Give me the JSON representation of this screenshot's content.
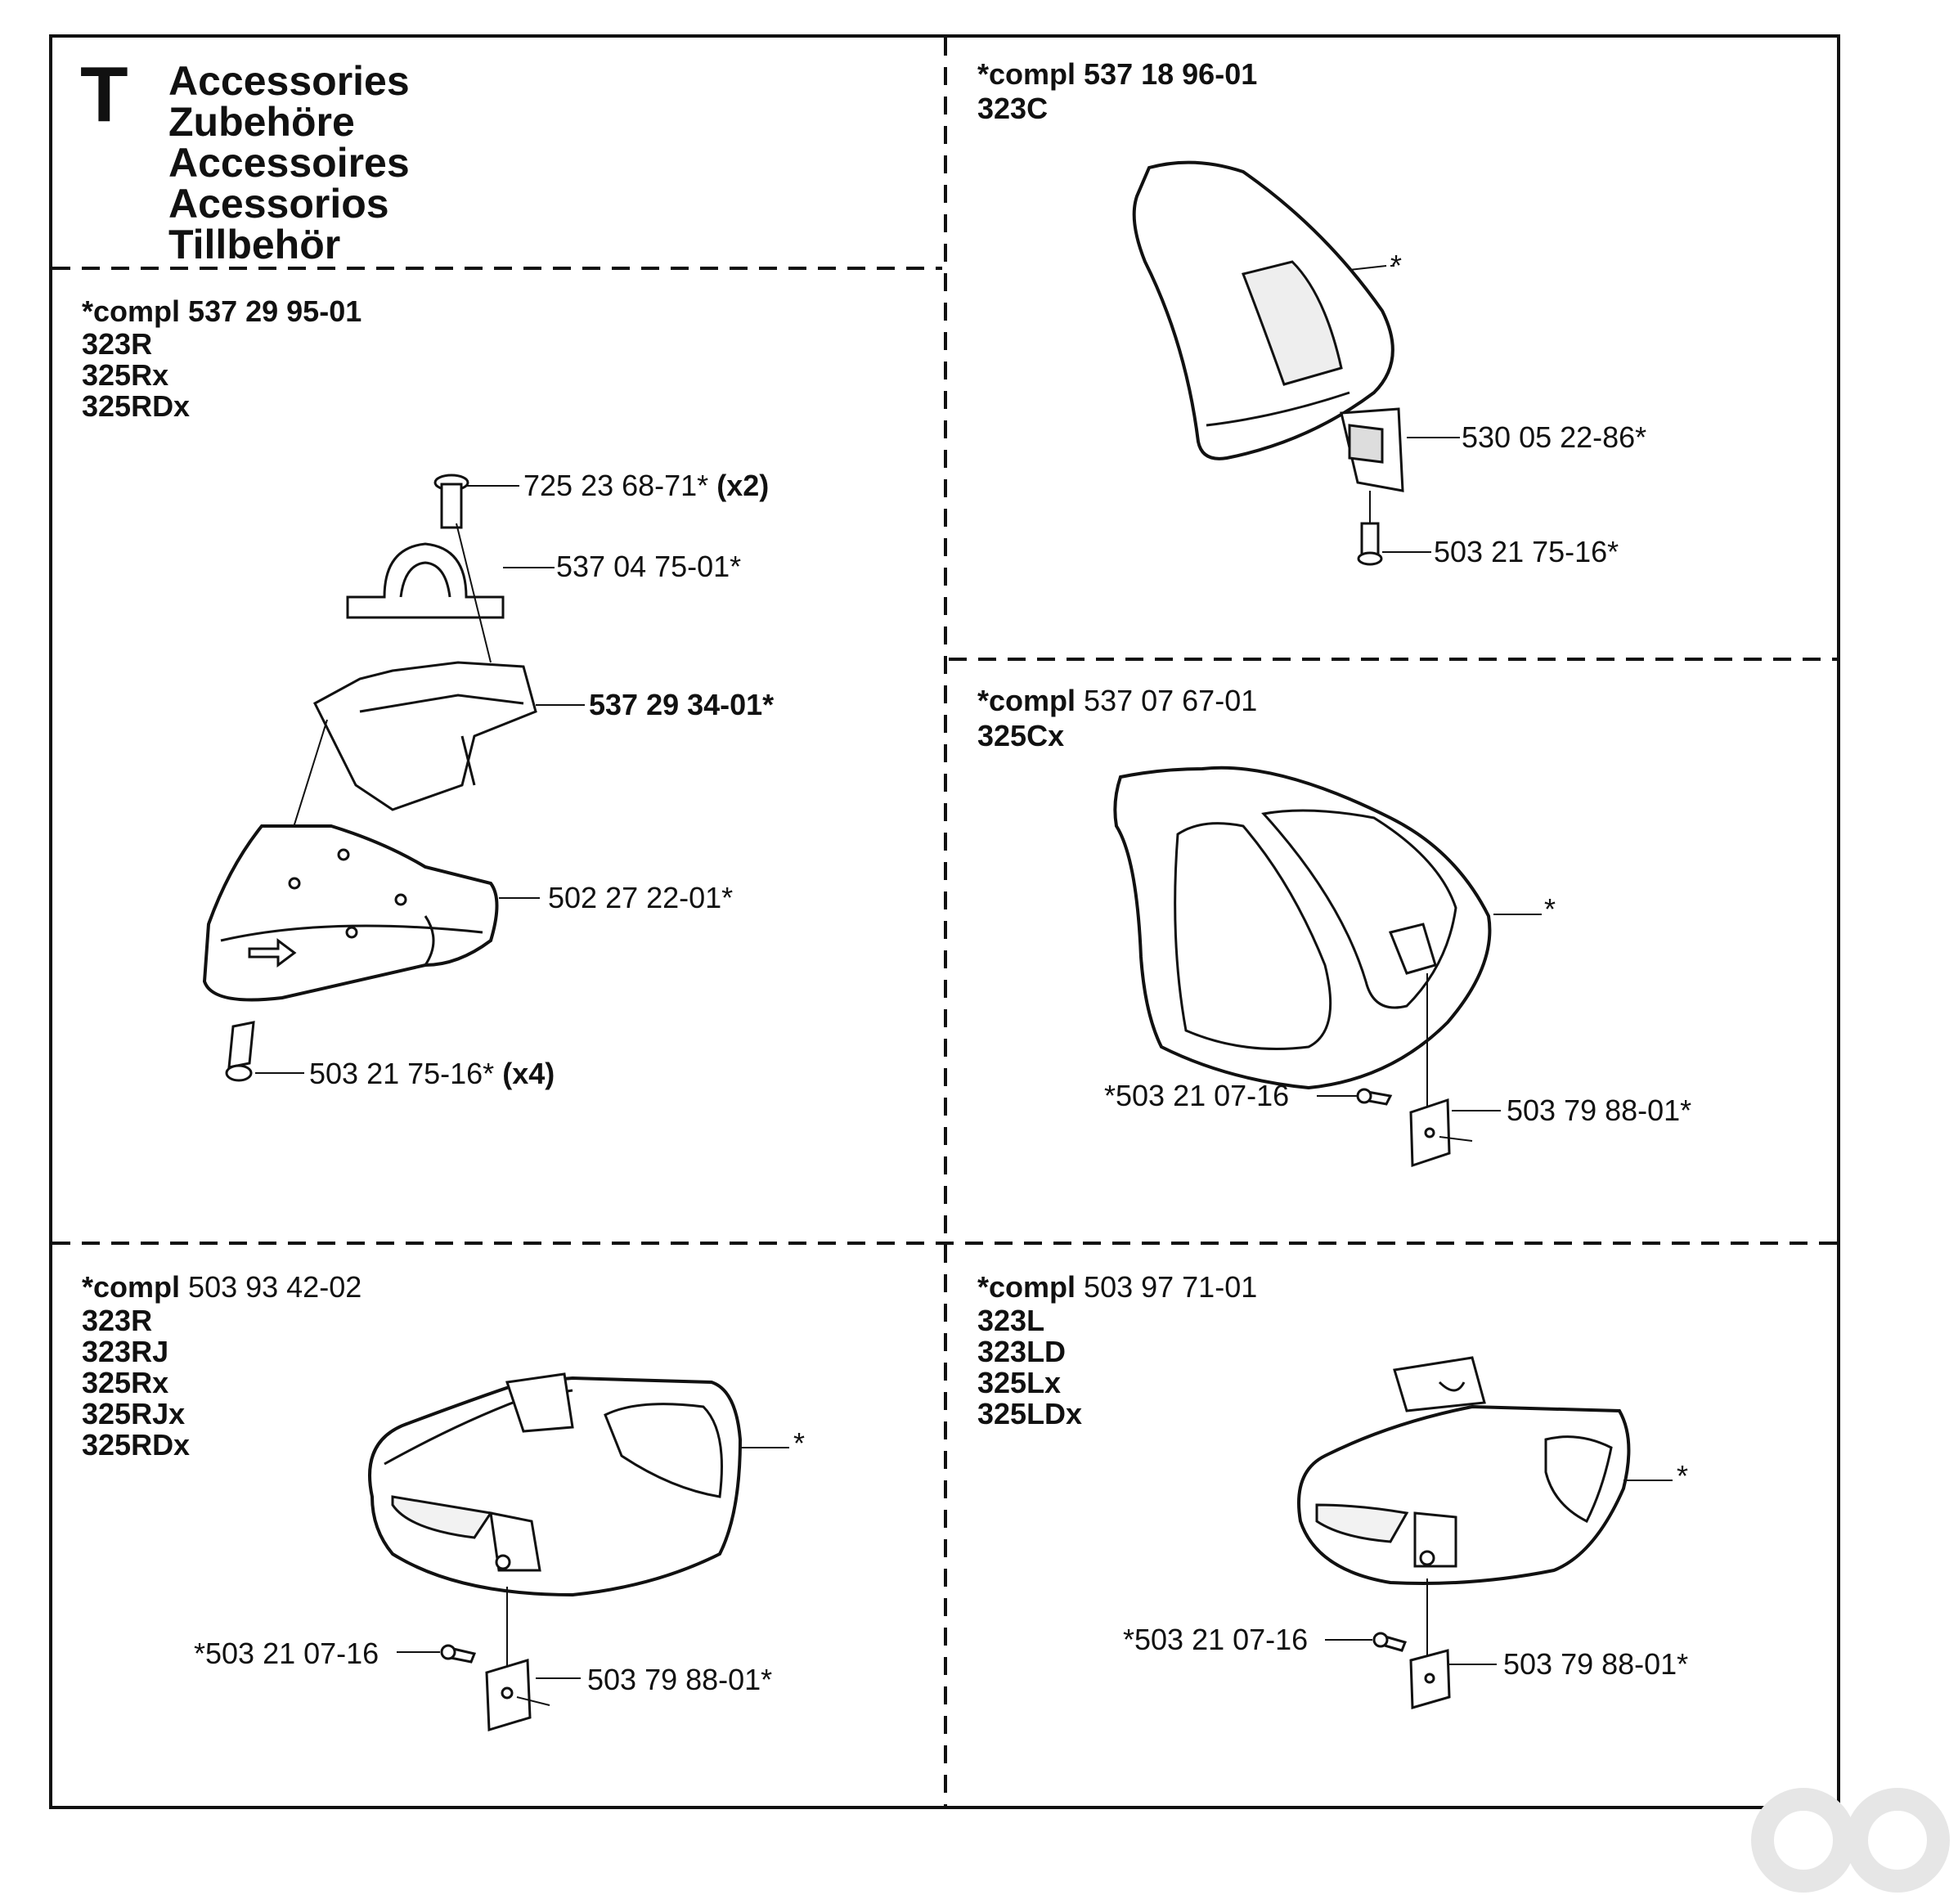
{
  "section_letter": "T",
  "titles": [
    "Accessories",
    "Zubehöre",
    "Accessoires",
    "Acessorios",
    "Tillbehör"
  ],
  "panels": {
    "top_right": {
      "compl_prefix": "*compl",
      "compl_number": "537 18 96-01",
      "models": [
        "323C"
      ],
      "labels": {
        "star": "*",
        "bracket": "530 05 22-86*",
        "screw": "503 21 75-16*"
      }
    },
    "middle_left": {
      "compl_prefix": "*compl",
      "compl_number": "537 29 95-01",
      "models": [
        "323R",
        "325Rx",
        "325RDx"
      ],
      "labels": {
        "bolt": "725 23 68-71*",
        "bolt_qty": "(x2)",
        "clamp": "537 04 75-01*",
        "holder": "537 29 34-01*",
        "guard": "502 27 22-01*",
        "screw": "503 21 75-16*",
        "screw_qty": "(x4)"
      }
    },
    "middle_right": {
      "compl_prefix": "*compl",
      "compl_number": "537 07 67-01",
      "models": [
        "325Cx"
      ],
      "labels": {
        "star": "*",
        "screw": "*503 21 07-16",
        "plate": "503 79 88-01*"
      }
    },
    "bottom_left": {
      "compl_prefix": "*compl",
      "compl_number": "503 93 42-02",
      "models": [
        "323R",
        "323RJ",
        "325Rx",
        "325RJx",
        "325RDx"
      ],
      "labels": {
        "star": "*",
        "screw": "*503 21 07-16",
        "plate": "503 79 88-01*"
      }
    },
    "bottom_right": {
      "compl_prefix": "*compl",
      "compl_number": "503 97 71-01",
      "models": [
        "323L",
        "323LD",
        "325Lx",
        "325LDx"
      ],
      "labels": {
        "star": "*",
        "screw": "*503 21 07-16",
        "plate": "503 79 88-01*"
      }
    }
  }
}
